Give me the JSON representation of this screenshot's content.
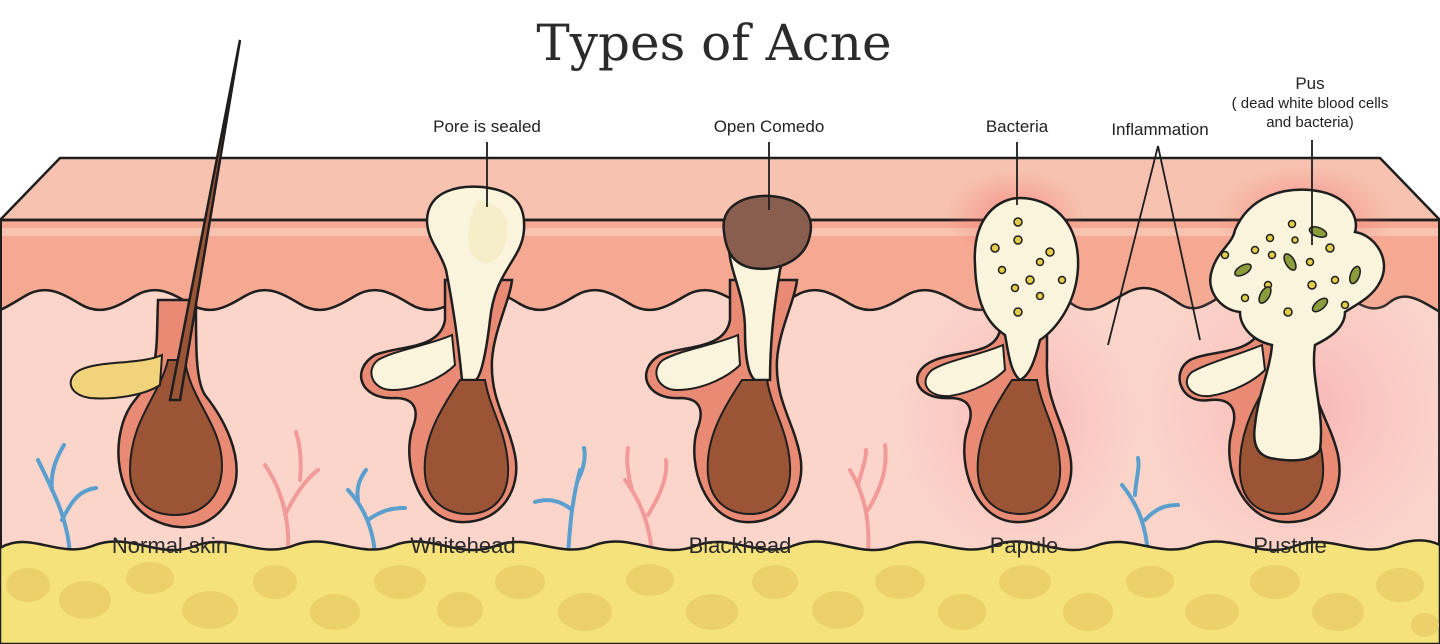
{
  "title": "Types of Acne",
  "colors": {
    "epidermis_top": "#f7c3b0",
    "epidermis": "#f5a993",
    "dermis": "#fbd5ca",
    "follicle_wall": "#e98a74",
    "hair_bulb": "#9b5536",
    "sebum": "#fbf4dd",
    "fat": "#f5e27a",
    "fat_cell": "#ecd16a",
    "vein": "#5a9fce",
    "artery": "#f29a9a",
    "blackhead_plug": "#8a5e4e",
    "bacteria": "#e2cc4a",
    "bacteria_rod": "#8b9c3a"
  },
  "callouts": {
    "pore_sealed": "Pore is sealed",
    "open_comedo": "Open Comedo",
    "bacteria": "Bacteria",
    "inflammation": "Inflammation",
    "pus_title": "Pus",
    "pus_line1": "( dead white blood cells",
    "pus_line2": "and bacteria)"
  },
  "stages": [
    {
      "key": "normal",
      "label": "Normal skin"
    },
    {
      "key": "whitehead",
      "label": "Whitehead"
    },
    {
      "key": "blackhead",
      "label": "Blackhead"
    },
    {
      "key": "papule",
      "label": "Papule"
    },
    {
      "key": "pustule",
      "label": "Pustule"
    }
  ]
}
